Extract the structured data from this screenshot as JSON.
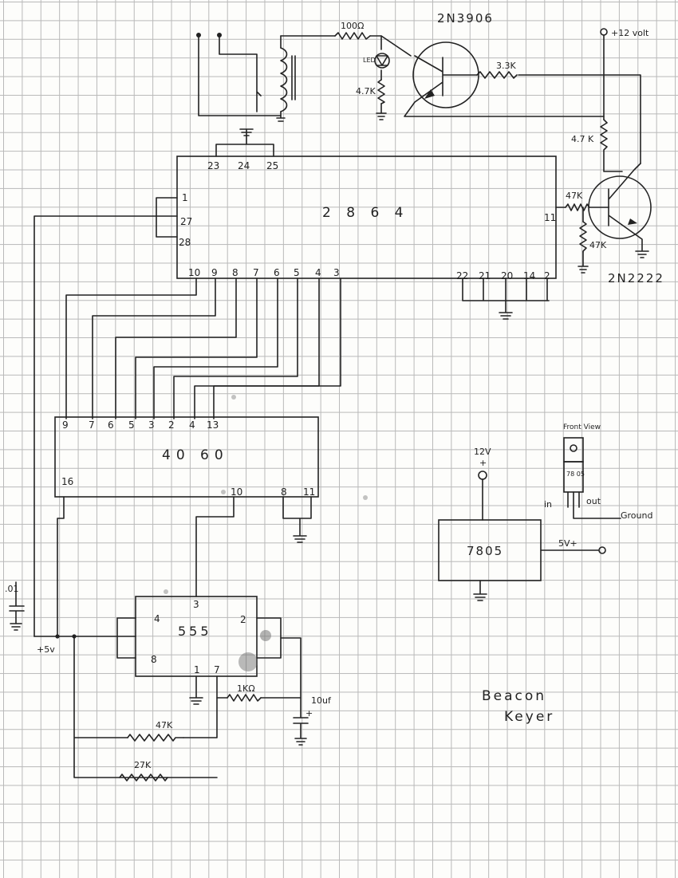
{
  "schematic": {
    "ics": {
      "eeprom": {
        "label": "2 8 6 4",
        "top_pins": [
          "23",
          "24",
          "25"
        ],
        "left_pins": [
          "1",
          "27",
          "28"
        ],
        "right_pin": "11",
        "bottom_address_pins": [
          "10",
          "9",
          "8",
          "7",
          "6",
          "5",
          "4",
          "3"
        ],
        "bottom_ground_pins": [
          "22",
          "21",
          "20",
          "14",
          "2"
        ]
      },
      "counter": {
        "label": "40 60",
        "top_pins": [
          "9",
          "7",
          "6",
          "5",
          "3",
          "2",
          "4",
          "13"
        ],
        "left_pin": "16",
        "bottom_pins": [
          "10",
          "8",
          "11"
        ]
      },
      "timer": {
        "label": "555",
        "pins": {
          "top": "3",
          "left_top": "4",
          "left_bottom": "8",
          "right": "2",
          "bottom_left": "1",
          "bottom_right": "7"
        }
      },
      "regulator": {
        "label": "7805",
        "input": "12V",
        "output": "5V+"
      }
    },
    "transistors": {
      "pnp": "2N3906",
      "npn": "2N2222"
    },
    "components": {
      "r_base_pnp": "3.3K",
      "r_led_series": "100Ω",
      "r_led_ground": "4.7K",
      "led_label": "LED",
      "r_pullup": "4.7 K",
      "r_npn_base": "47K",
      "r_npn_base_ground": "47K",
      "r_timing_1k": "1KΩ",
      "r_timing_47k": "47K",
      "r_timing_27k": "27K",
      "cap_timing": "10uf",
      "cap_bypass": ".01"
    },
    "supply": {
      "v12": "+12 volt",
      "v5": "+5v",
      "reg_in": "12V",
      "plus": "+"
    },
    "pinout": {
      "view": "Front View",
      "part": "78 05",
      "in": "in",
      "out": "out",
      "ground": "Ground"
    },
    "title_lines": [
      "Beacon",
      "Keyer"
    ]
  }
}
